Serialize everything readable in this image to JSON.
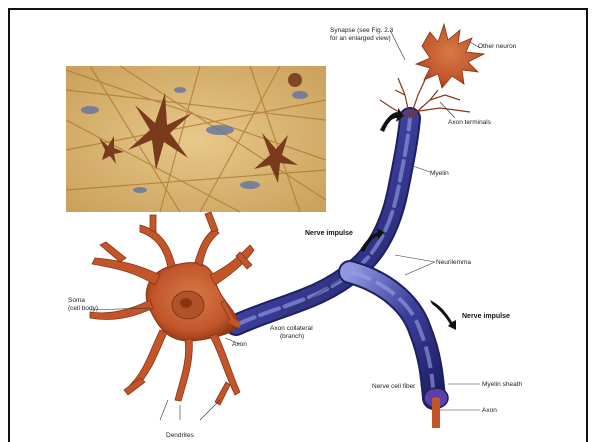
{
  "labels": {
    "synapse_line1": "Synapse (see Fig. 2.3",
    "synapse_line2": "for an enlarged view)",
    "other_neuron": "Other neuron",
    "axon_terminals": "Axon terminals",
    "myelin": "Myelin",
    "nerve_impulse_left": "Nerve impulse",
    "neurilemma": "Neurilemma",
    "nerve_impulse_right": "Nerve impulse",
    "soma_line1": "Soma",
    "soma_line2": "(cell body)",
    "axon": "Axon",
    "axon_collateral_line1": "Axon collateral",
    "axon_collateral_line2": "(branch)",
    "nerve_cell_fiber": "Nerve cell fiber",
    "myelin_sheath": "Myelin sheath",
    "axon_end": "Axon",
    "dendrites": "Dendrites"
  },
  "colors": {
    "neuron": "#c2562a",
    "neuron_dark": "#8a3414",
    "myelin": "#3c3f9a",
    "myelin_light": "#7d84d6",
    "photo_bg": "#d9b46a"
  }
}
